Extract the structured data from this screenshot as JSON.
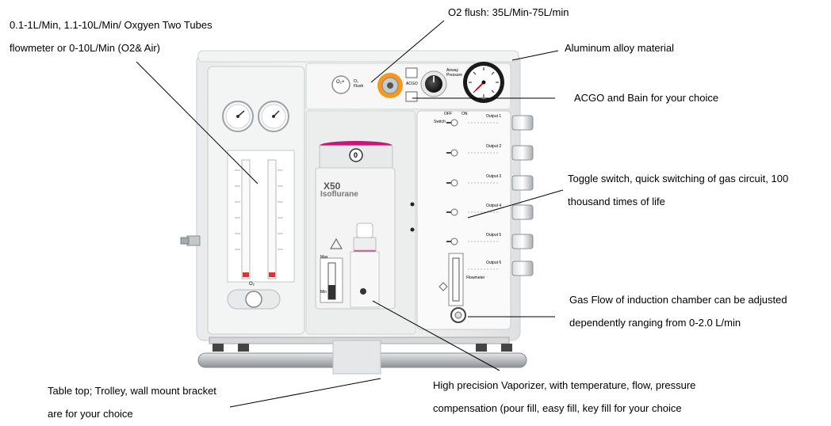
{
  "annotations": {
    "flowmeter_line1": "0.1-1L/Min, 1.1-10L/Min/ Oxgyen Two Tubes",
    "flowmeter_line2": "flowmeter or 0-10L/Min (O2& Air)",
    "o2_flush": "O2 flush: 35L/Min-75L/min",
    "aluminum": "Aluminum alloy material",
    "acgo": "ACGO and Bain for your choice",
    "toggle_line1": "Toggle switch, quick switching of gas circuit, 100",
    "toggle_line2": "thousand times of life",
    "gasflow_line1": "Gas Flow of induction chamber can be adjusted",
    "gasflow_line2": "dependently ranging from 0-2.0 L/min",
    "table_line1": "Table top; Trolley, wall mount bracket",
    "table_line2": "are for your choice",
    "vaporizer_line1": "High precision Vaporizer, with temperature, flow, pressure",
    "vaporizer_line2": "compensation (pour fill, easy fill, key fill for your choice"
  },
  "device": {
    "flush_button_label": "O₂+",
    "flush_caption": "O₂ Flush",
    "acgo_label": "ACGO",
    "airway_label": "Airway Pressure",
    "vaporizer_brand": "X50",
    "vaporizer_agent": "Isoflurane",
    "vaporizer_dial": "0",
    "flowmeter_label": "Flowmeter",
    "o2_label": "O₂",
    "switch_off": "OFF",
    "switch_on": "ON",
    "switch_label": "Switch",
    "outputs": [
      "Output 1",
      "Output 2",
      "Output 3",
      "Output 4",
      "Output 5",
      "Output 6"
    ],
    "max_label": "Max",
    "min_label": "Min"
  }
}
